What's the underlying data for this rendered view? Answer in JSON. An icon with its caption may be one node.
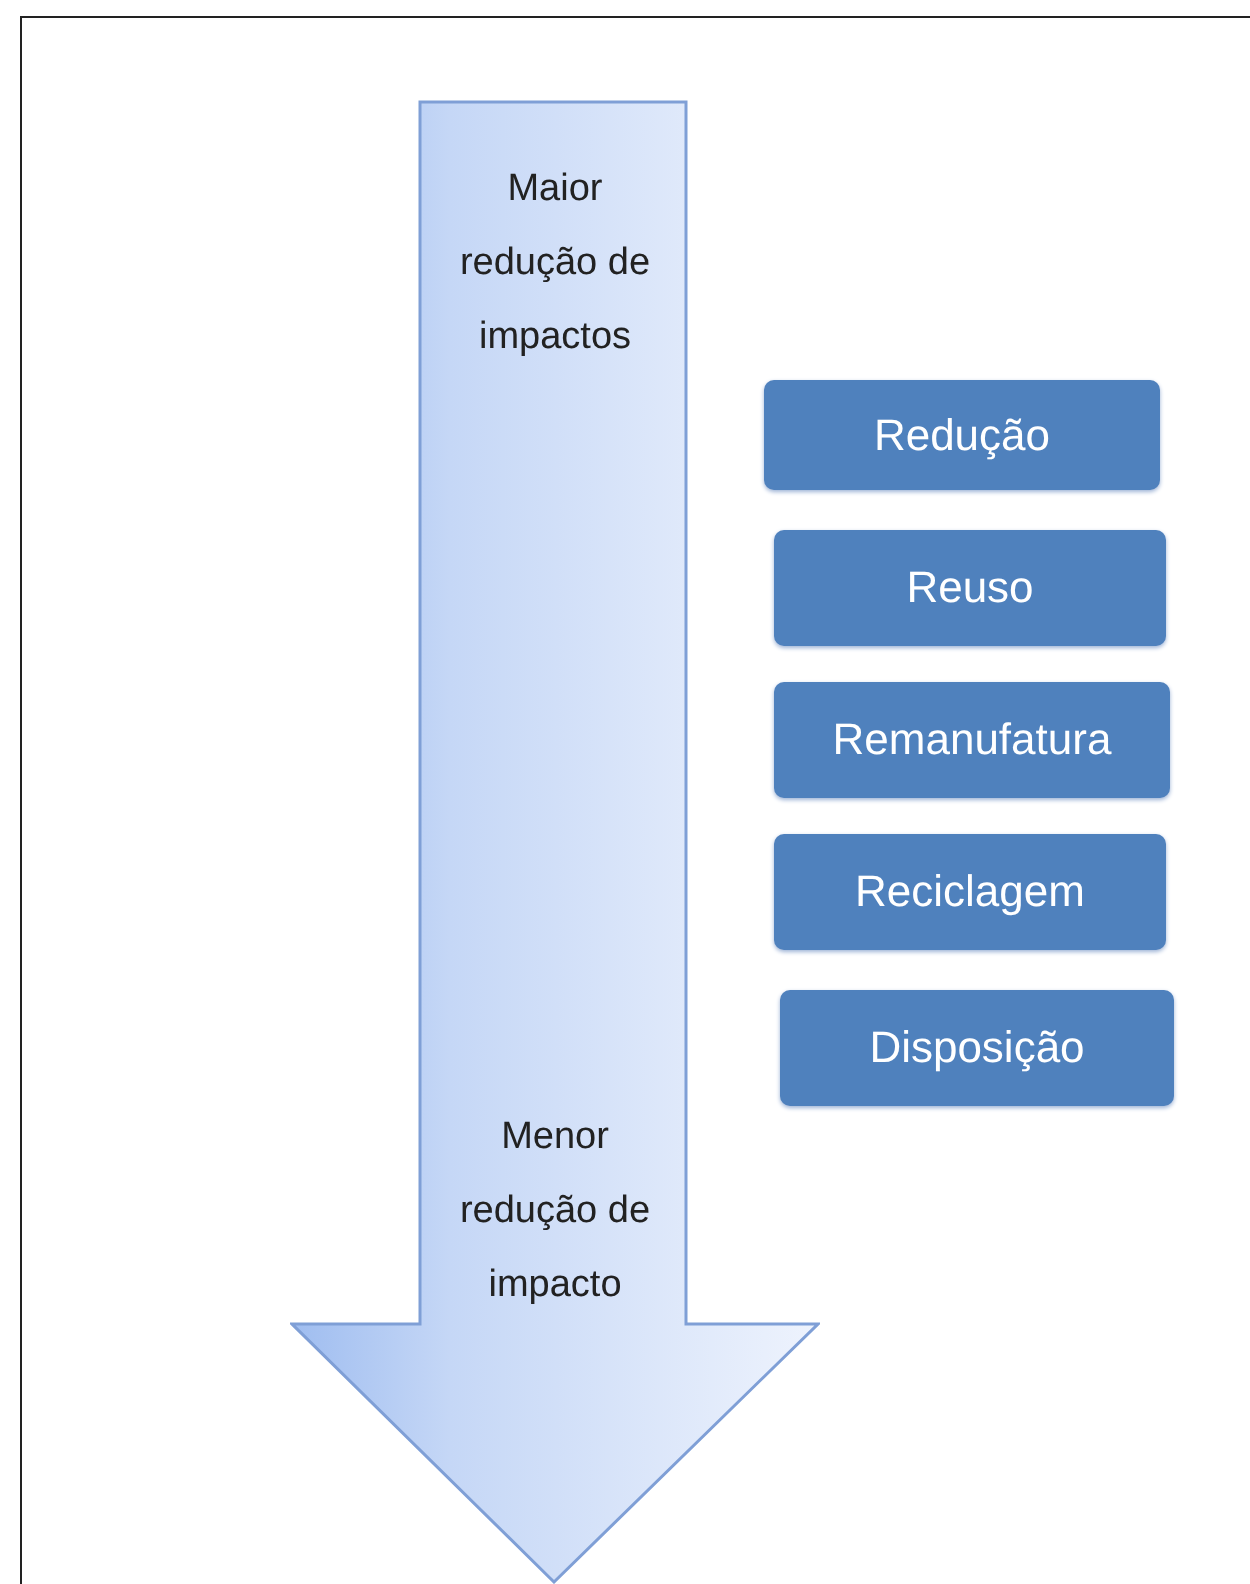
{
  "diagram": {
    "nodes": [
      {
        "text": [
          "Maior redução de impactos",
          "Menor redução de impacto"
        ]
      },
      {
        "text": [
          "Redução"
        ]
      },
      {
        "text": [
          "Reuso"
        ]
      },
      {
        "text": [
          "Remanufatura"
        ]
      },
      {
        "text": [
          "Reciclagem"
        ]
      },
      {
        "text": [
          "Disposição"
        ]
      }
    ]
  }
}
